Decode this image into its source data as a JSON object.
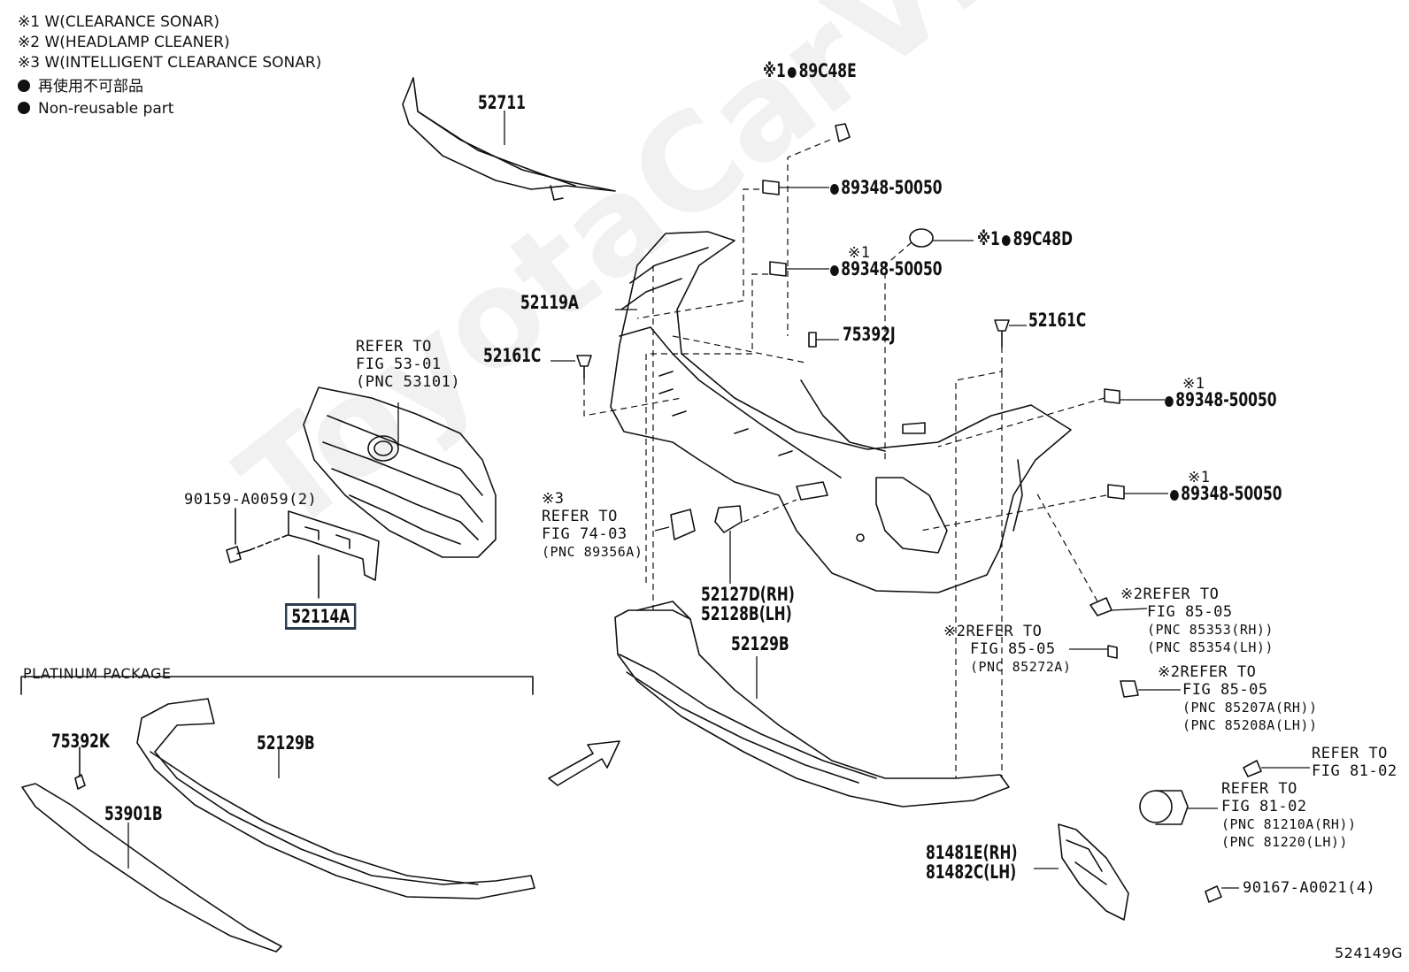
{
  "legend": {
    "note1": "※1 W(CLEARANCE SONAR)",
    "note2": "※2 W(HEADLAMP CLEANER)",
    "note3": "※3 W(INTELLIGENT CLEARANCE SONAR)",
    "nonreusable_jp": "再使用不可部品",
    "nonreusable_en": "Non-reusable part"
  },
  "watermark": "ToyotaCarVine.ru",
  "figure_id": "524149G",
  "platinum_package": "PLATINUM PACKAGE",
  "parts": {
    "p52711": "52711",
    "p52119A": "52119A",
    "p52161C_left": "52161C",
    "p52161C_right": "52161C",
    "p75392J": "75392J",
    "p89C48E": "89C48E",
    "p89C48D": "89C48D",
    "p89348_1": "89348-50050",
    "p89348_2": "89348-50050",
    "p89348_3": "89348-50050",
    "p89348_4": "89348-50050",
    "p90159": "90159-A0059(2)",
    "p52114A": "52114A",
    "p52127D": "52127D(RH)",
    "p52128B": "52128B(LH)",
    "p52129B_main": "52129B",
    "p52129B_plat": "52129B",
    "p75392K": "75392K",
    "p53901B": "53901B",
    "p81481E": "81481E(RH)",
    "p81482C": "81482C(LH)",
    "p90167": "90167-A0021(4)"
  },
  "marks": {
    "m1": "※1",
    "m2": "※1",
    "m3": "※1",
    "m4": "※1",
    "m5": "※1",
    "m3b": "※3",
    "m2a": "※2",
    "m2b": "※2",
    "m2c": "※2"
  },
  "refs": {
    "grille": [
      "REFER TO",
      "FIG 53-01",
      "(PNC 53101)"
    ],
    "sonar": [
      "REFER TO",
      "FIG 74-03",
      "(PNC 89356A)"
    ],
    "hc1": [
      "REFER TO",
      "FIG 85-05",
      "(PNC 85353(RH))",
      "(PNC 85354(LH))"
    ],
    "hc2": [
      "REFER TO",
      "FIG 85-05",
      "(PNC 85272A)"
    ],
    "hc3": [
      "REFER TO",
      "FIG 85-05",
      "(PNC 85207A(RH))",
      "(PNC 85208A(LH))"
    ],
    "fog1": [
      "REFER TO",
      "FIG 81-02"
    ],
    "fog2": [
      "REFER TO",
      "FIG 81-02",
      "(PNC 81210A(RH))",
      "(PNC 81220(LH))"
    ]
  },
  "colors": {
    "line": "#111111",
    "highlight_box": "#2d3e50"
  }
}
